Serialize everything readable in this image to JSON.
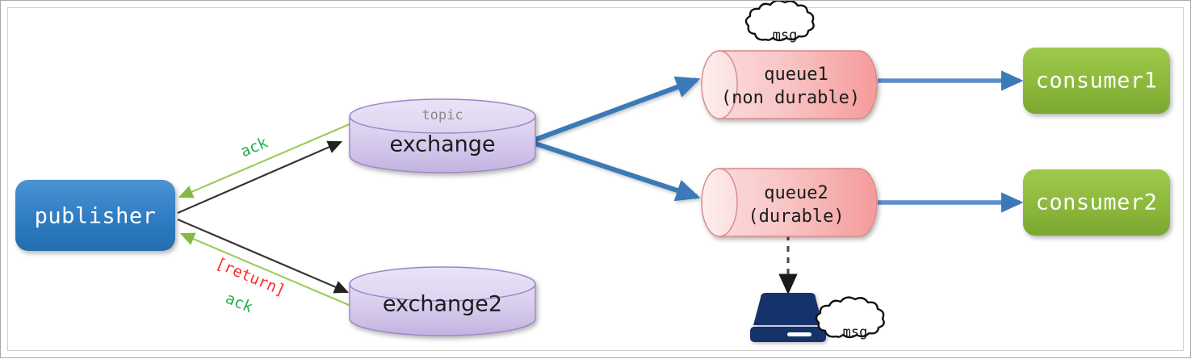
{
  "diagram": {
    "title": "AMQP publisher / exchange / queue / consumer flow",
    "colors": {
      "publisher_blue": "#2f7cc3",
      "consumer_green": "#8cb83c",
      "exchange_purple": "#cfc2e8",
      "queue_pink": "#f4a8a8",
      "flow_blue": "#3b79b8",
      "ack_green": "#9ccb5a",
      "return_red": "#ff2a2a",
      "disk_navy": "#16306b",
      "line_black": "#333333"
    },
    "nodes": {
      "publisher": {
        "label": "publisher",
        "type": "rounded-box"
      },
      "exchange": {
        "top_label": "topic",
        "label": "exchange",
        "type": "cylinder"
      },
      "exchange2": {
        "top_label": "",
        "label": "exchange2",
        "type": "cylinder"
      },
      "queue1": {
        "line1": "queue1",
        "line2": "(non durable)",
        "type": "queue-cylinder"
      },
      "queue2": {
        "line1": "queue2",
        "line2": "(durable)",
        "type": "queue-cylinder"
      },
      "consumer1": {
        "label": "consumer1",
        "type": "rounded-box"
      },
      "consumer2": {
        "label": "consumer2",
        "type": "rounded-box"
      },
      "disk": {
        "label": "",
        "type": "disk-icon"
      }
    },
    "clouds": {
      "queue1_msg": "msg",
      "disk_msg": "msg"
    },
    "edges": [
      {
        "name": "publisher-to-exchange",
        "from": "publisher",
        "to": "exchange",
        "style": "solid-black",
        "label": ""
      },
      {
        "name": "exchange-ack-to-publisher",
        "from": "exchange",
        "to": "publisher",
        "style": "solid-green",
        "label": "ack"
      },
      {
        "name": "publisher-to-exchange2",
        "from": "publisher",
        "to": "exchange2",
        "style": "solid-black",
        "label": ""
      },
      {
        "name": "exchange2-return-ack-to-publisher",
        "from": "exchange2",
        "to": "publisher",
        "style": "solid-green",
        "label_return": "[return]",
        "label_ack": "ack"
      },
      {
        "name": "exchange-to-queue1",
        "from": "exchange",
        "to": "queue1",
        "style": "thick-blue",
        "label": ""
      },
      {
        "name": "exchange-to-queue2",
        "from": "exchange",
        "to": "queue2",
        "style": "thick-blue",
        "label": ""
      },
      {
        "name": "queue1-to-consumer1",
        "from": "queue1",
        "to": "consumer1",
        "style": "thick-blue",
        "label": ""
      },
      {
        "name": "queue2-to-consumer2",
        "from": "queue2",
        "to": "consumer2",
        "style": "thick-blue",
        "label": ""
      },
      {
        "name": "queue2-to-disk",
        "from": "queue2",
        "to": "disk",
        "style": "dashed-black",
        "label": ""
      }
    ]
  }
}
